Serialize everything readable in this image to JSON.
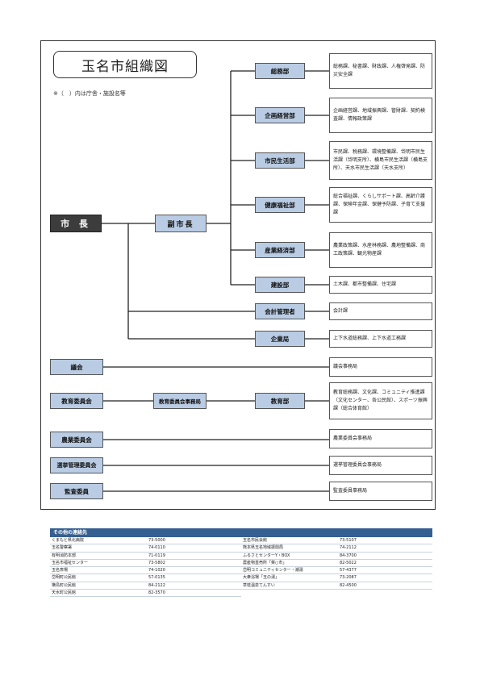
{
  "title": "玉名市組織図",
  "note": "※（　）内は庁舎・施設名等",
  "nodes": {
    "mayor": "市 長",
    "vice_mayor": "副市長",
    "somu": "総務部",
    "kikaku": "企画経営部",
    "shimin": "市民生活部",
    "kenko": "健康福祉部",
    "sangyo": "産業経済部",
    "kensetsu": "建設部",
    "kaikei": "会計管理者",
    "kigyo": "企業局",
    "gikai": "議会",
    "kyoiku_iinkai": "教育委員会",
    "kyoiku_jimukyoku": "教育委員会事務局",
    "kyoikubu": "教育部",
    "nogyo": "農業委員会",
    "senkyo": "選挙管理委員会",
    "kansa": "監査委員"
  },
  "desc": {
    "somu": "総務課、秘書課、財政課、人権啓発課、防災安全課",
    "kikaku": "企画経営課、地域振興課、管財課、契約検査課、情報政策課",
    "shimin": "市民課、税務課、環境整備課、岱明市民生活課（岱明支所）、横島市民生活課（横島支所）、天水市民生活課（天水支所）",
    "kenko": "総合福祉課、くらしサポート課、高齢介護課、保険年金課、保健予防課、子育て支援課",
    "sangyo": "農業政策課、水産林務課、農地整備課、商工政策課、観光物産課",
    "kensetsu": "土木課、都市整備課、住宅課",
    "kaikei": "会計課",
    "kigyo": "上下水道総務課、上下水道工務課",
    "gikai": "議会事務局",
    "kyoikubu": "教育総務課、文化課、コミュニティ推進課（文化センター、各公民館）、スポーツ振興課（総合体育館）",
    "nogyo": "農業委員会事務局",
    "senkyo": "選挙管理委員会事務局",
    "kansa": "監査委員事務局"
  },
  "contacts": {
    "header": "その他の連絡先",
    "left": [
      {
        "name": "くまもと県北病院",
        "phone": "73-5000"
      },
      {
        "name": "玉名警察署",
        "phone": "74-0110"
      },
      {
        "name": "有明消防本部",
        "phone": "71-0119"
      },
      {
        "name": "玉名市福祉センター",
        "phone": "73-5802"
      },
      {
        "name": "玉名斎場",
        "phone": "74-1020"
      },
      {
        "name": "岱明町公民館",
        "phone": "57-0135"
      },
      {
        "name": "横島町公民館",
        "phone": "84-2122"
      },
      {
        "name": "天水町公民館",
        "phone": "82-3570"
      }
    ],
    "right": [
      {
        "name": "玉名市民会館",
        "phone": "73-5107"
      },
      {
        "name": "熊本県玉名地域振興局",
        "phone": "74-2112"
      },
      {
        "name": "ふるさとセンターY・BOX",
        "phone": "84-3700"
      },
      {
        "name": "農産物直売所「菜○市」",
        "phone": "82-5022"
      },
      {
        "name": "岱明コミュニティセンター・潮湯",
        "phone": "57-4377"
      },
      {
        "name": "大衆浴場「玉の湯」",
        "phone": "73-2087"
      },
      {
        "name": "草枕温泉てんすい",
        "phone": "82-4500"
      }
    ]
  }
}
